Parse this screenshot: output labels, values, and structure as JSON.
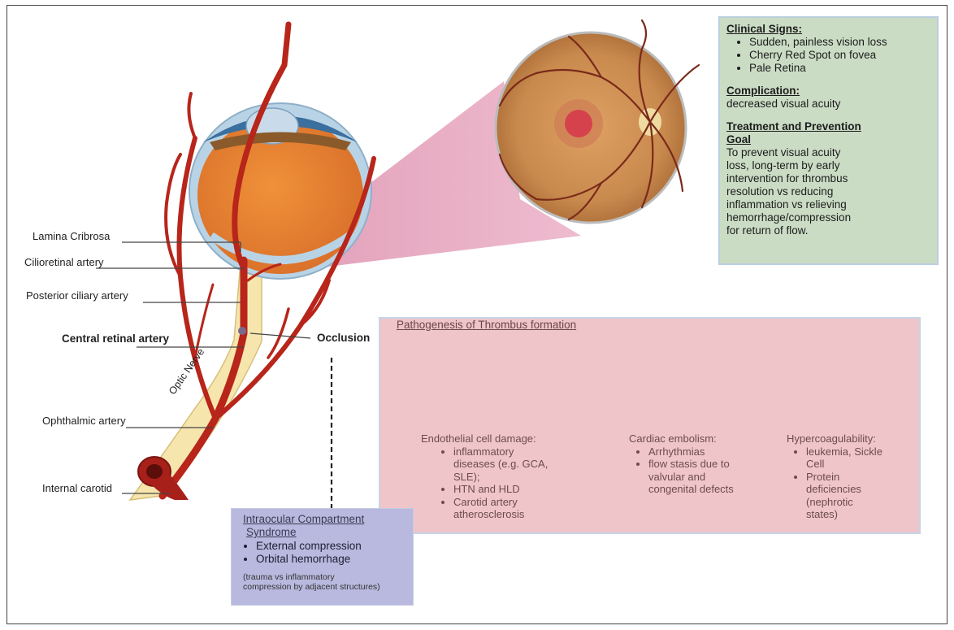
{
  "colors": {
    "artery": "#b8251a",
    "optic_nerve": "#f6e6ad",
    "eyeball": "#e9822e",
    "retina_bg": "#c98a4e",
    "green_box": "#cbdcc5",
    "red_box": "#efc5c9",
    "blue_box": "#b9b8de"
  },
  "labels": {
    "lamina_cribrosa": "Lamina Cribrosa",
    "cilioretinal_artery": "Cilioretinal artery",
    "posterior_ciliary_artery": "Posterior ciliary artery",
    "central_retinal_artery": "Central retinal artery",
    "occlusion": "Occlusion",
    "optic_nerve": "Optic Nerve",
    "ophthalmic_artery": "Ophthalmic artery",
    "internal_carotid": "Internal carotid"
  },
  "clinical": {
    "signs_title": "Clinical Signs:",
    "signs": [
      "Sudden, painless vision loss",
      "Cherry Red Spot on fovea",
      "Pale Retina"
    ],
    "complication_title": "Complication:",
    "complication": "decreased visual acuity",
    "treatment_title_1": "Treatment and Prevention",
    "treatment_title_2": "Goal",
    "treatment_lines": [
      "To prevent visual acuity",
      "loss, long-term by early",
      "intervention for thrombus",
      "resolution vs reducing",
      "inflammation vs relieving",
      "hemorrhage/compression",
      "for return of flow."
    ]
  },
  "pathogenesis": {
    "title": "Pathogenesis of Thrombus formation",
    "endothelial": {
      "head": "Endothelial cell damage:",
      "items": [
        "inflammatory diseases (e.g. GCA, SLE);",
        "HTN and HLD",
        "Carotid artery atherosclerosis"
      ]
    },
    "cardiac": {
      "head": "Cardiac embolism:",
      "items": [
        "Arrhythmias",
        "flow stasis due to valvular and congenital defects"
      ]
    },
    "hyper": {
      "head": "Hypercoagulability:",
      "items": [
        "leukemia, Sickle Cell",
        "Protein deficiencies (nephrotic states)"
      ]
    }
  },
  "compartment": {
    "title_1": "Intraocular Compartment",
    "title_2": "Syndrome",
    "items": [
      "External compression",
      "Orbital hemorrhage"
    ],
    "note_1": "(trauma vs inflammatory",
    "note_2": "compression by adjacent structures)"
  }
}
